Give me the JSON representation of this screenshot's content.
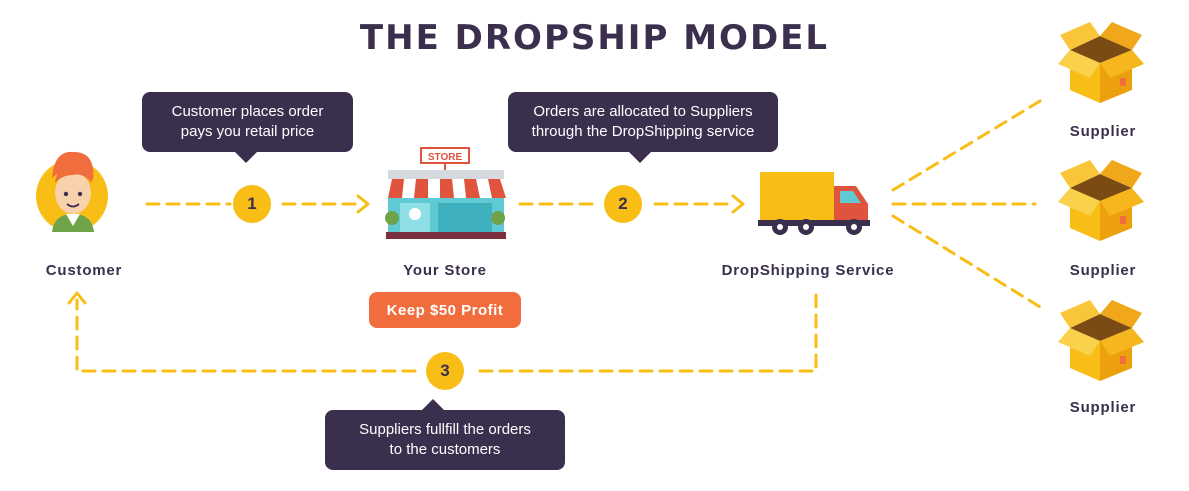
{
  "title": "THE DROPSHIP MODEL",
  "nodes": {
    "customer": "Customer",
    "store": "Your Store",
    "store_sign": "STORE",
    "service": "DropShipping Service",
    "suppliers": [
      "Supplier",
      "Supplier",
      "Supplier"
    ]
  },
  "steps": [
    "1",
    "2",
    "3"
  ],
  "bubbles": {
    "step1": [
      "Customer places order",
      "pays you retail price"
    ],
    "step2": [
      "Orders are allocated to Suppliers",
      "through the DropShipping service"
    ],
    "step3": [
      "Suppliers fullfill the orders",
      "to the customers"
    ]
  },
  "profit_badge": "Keep $50 Profit",
  "colors": {
    "dark": "#3a2f4d",
    "accent_yellow": "#f8be16",
    "profit_orange": "#f26d3d"
  }
}
